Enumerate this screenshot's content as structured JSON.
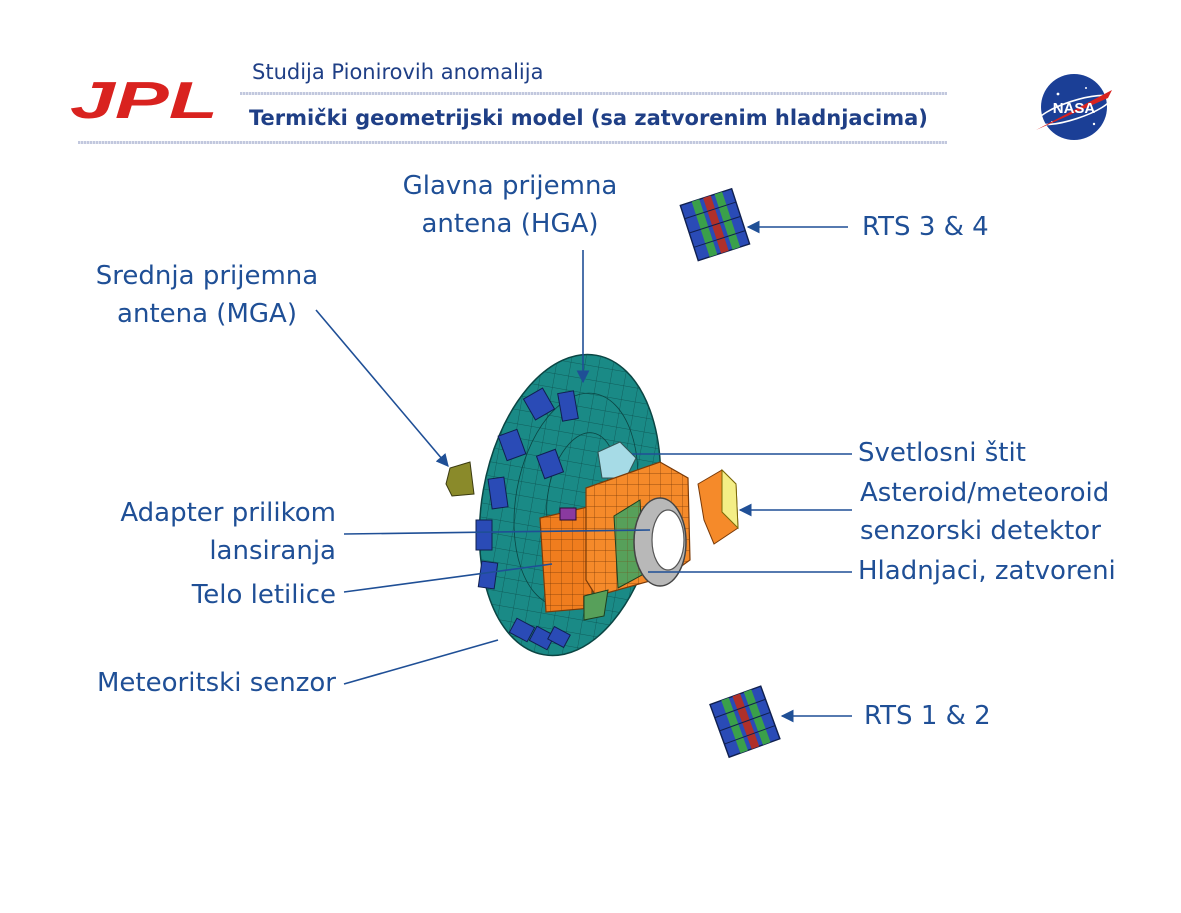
{
  "header": {
    "subtitle": "Studija Pionirovih anomalija",
    "title": "Termički geometrijski model (sa zatvorenim hladnjacima)",
    "left_logo_text": "JPL",
    "right_logo_text": "NASA"
  },
  "labels": {
    "hga_line1": "Glavna prijemna",
    "hga_line2": "antena (HGA)",
    "mga_line1": "Srednja prijemna",
    "mga_line2": "antena (MGA)",
    "rts34": "RTS 3 & 4",
    "shade": "Svetlosni štit",
    "asteroid_line1": "Asteroid/meteoroid",
    "asteroid_line2": "senzorski detektor",
    "radiators": "Hladnjaci, zatvoreni",
    "adapter_line1": "Adapter prilikom",
    "adapter_line2": "lansiranja",
    "body": "Telo letilice",
    "meteor": "Meteoritski senzor",
    "rts12": "RTS 1 & 2"
  },
  "colors": {
    "accent_text": "#1f4f96",
    "dish": "#1a8a86",
    "body": "#f07d1e",
    "panel": "#2a4bb6",
    "logo_red": "#d9221f"
  }
}
